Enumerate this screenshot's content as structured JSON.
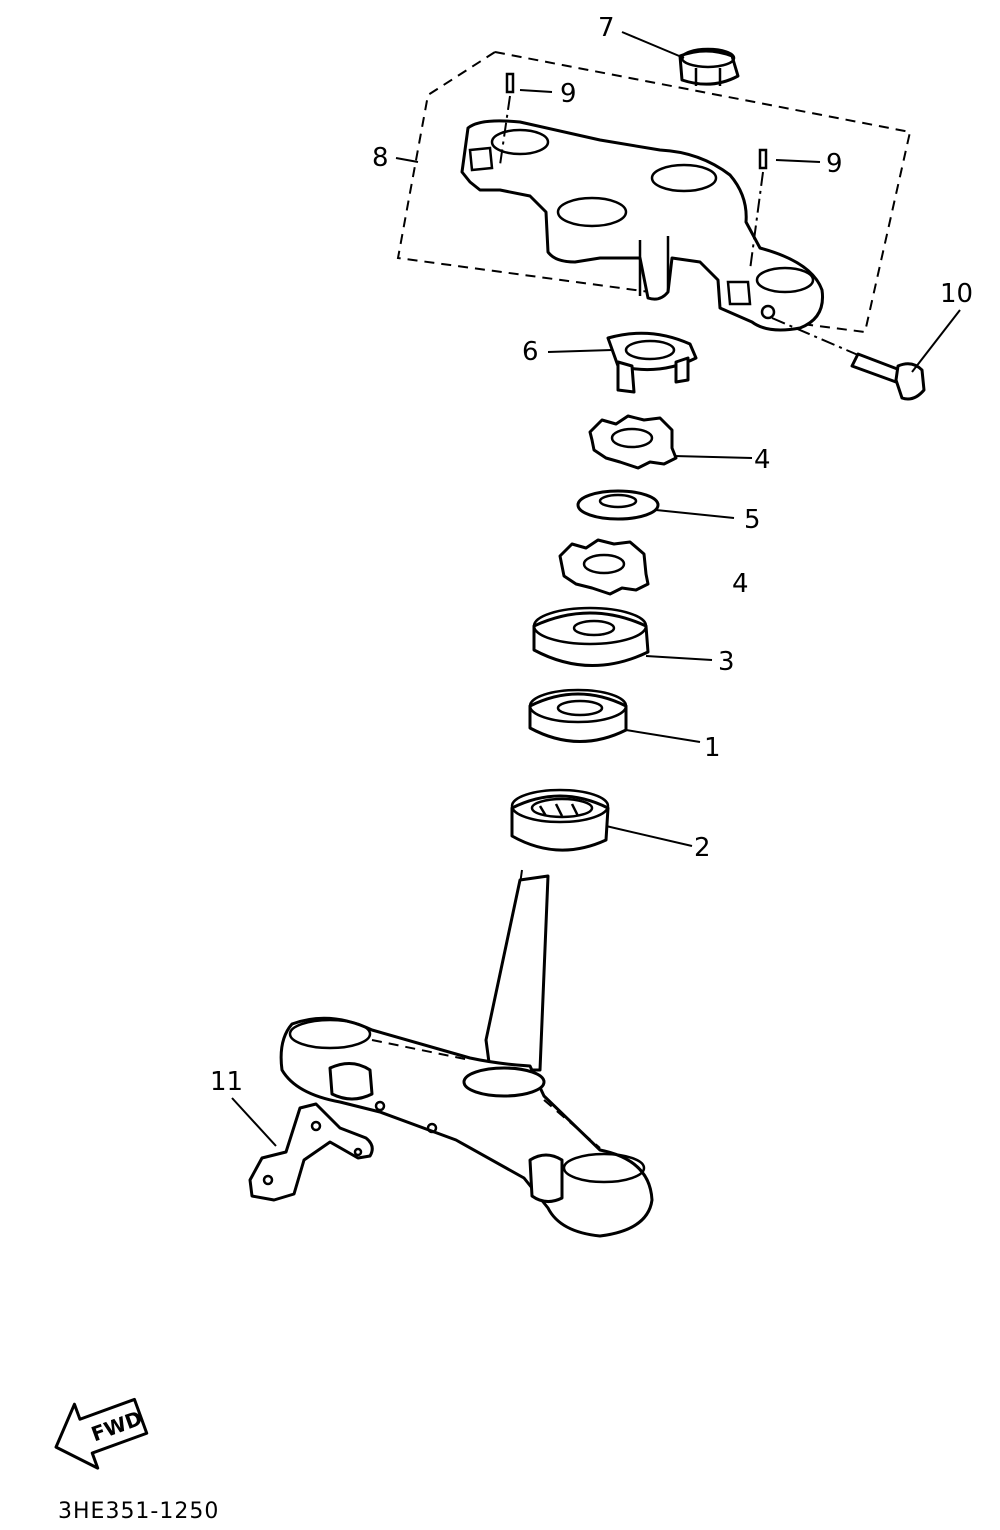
{
  "callouts": {
    "c7": "7",
    "c9a": "9",
    "c8": "8",
    "c9b": "9",
    "c10": "10",
    "c6": "6",
    "c4a": "4",
    "c5": "5",
    "c4b": "4",
    "c3": "3",
    "c1": "1",
    "c2": "2",
    "c11": "11"
  },
  "forward_arrow": {
    "label": "FWD"
  },
  "catalog_code": "3HE351-1250"
}
